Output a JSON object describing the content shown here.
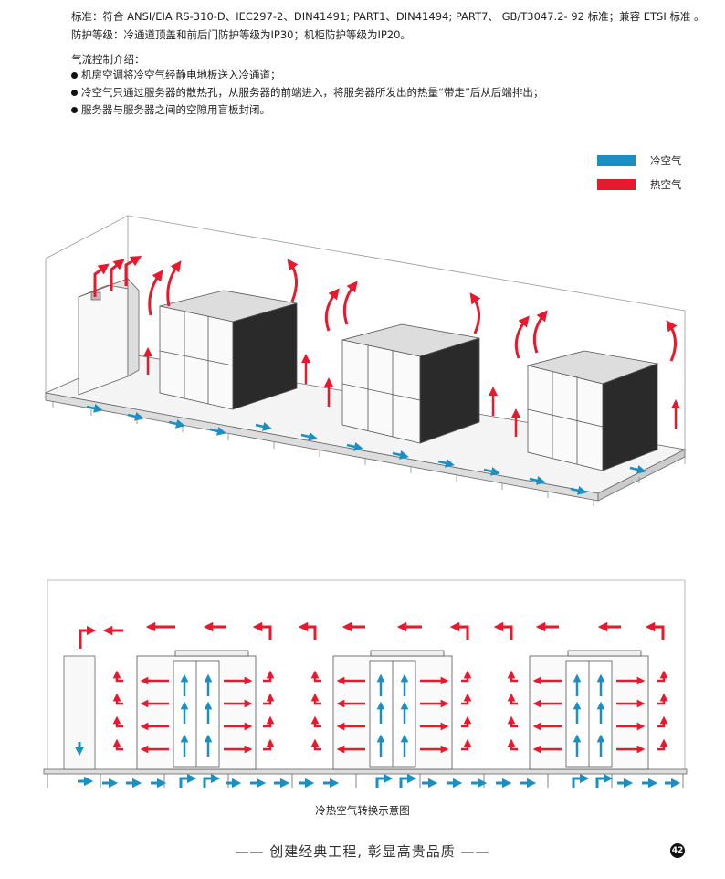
{
  "standard_line": "标准：符合 ANSI/EIA RS-310-D、IEC297-2、DIN41491; PART1、DIN41494; PART7、 GB/T3047.2- 92 标准；兼容 ETSI 标准 。",
  "protection_line": "防护等级：冷通道顶盖和前后门防护等级为IP30；机柜防护等级为IP20。",
  "airflow_title": "气流控制介绍：",
  "airflow_points": [
    "机房空调将冷空气经静电地板送入冷通道；",
    "冷空气只通过服务器的散热孔，从服务器的前端进入，将服务器所发出的热量“带走”后从后端排出；",
    "服务器与服务器之间的空隙用盲板封闭。"
  ],
  "legend": {
    "cold_label": "冷空气",
    "hot_label": "热空气",
    "cold_color": "#1a8fc4",
    "hot_color": "#e8192c"
  },
  "diagram_caption": "冷热空气转换示意图",
  "slogan": "—— 创建经典工程, 彰显高贵品质 ——",
  "page_number": "42"
}
